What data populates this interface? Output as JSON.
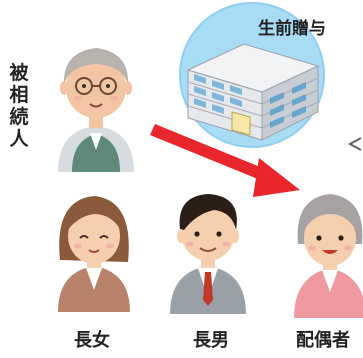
{
  "decedent": {
    "label": "被相続人"
  },
  "gift": {
    "label": "生前贈与",
    "icon": "apartment-building-icon"
  },
  "heirs": [
    {
      "label": "長女",
      "icon": "daughter-person-icon"
    },
    {
      "label": "長男",
      "icon": "son-person-icon"
    },
    {
      "label": "配偶者",
      "icon": "spouse-person-icon"
    }
  ],
  "colors": {
    "arrow": "#e8262b",
    "circle": "#a8dcf5",
    "text": "#222222"
  }
}
